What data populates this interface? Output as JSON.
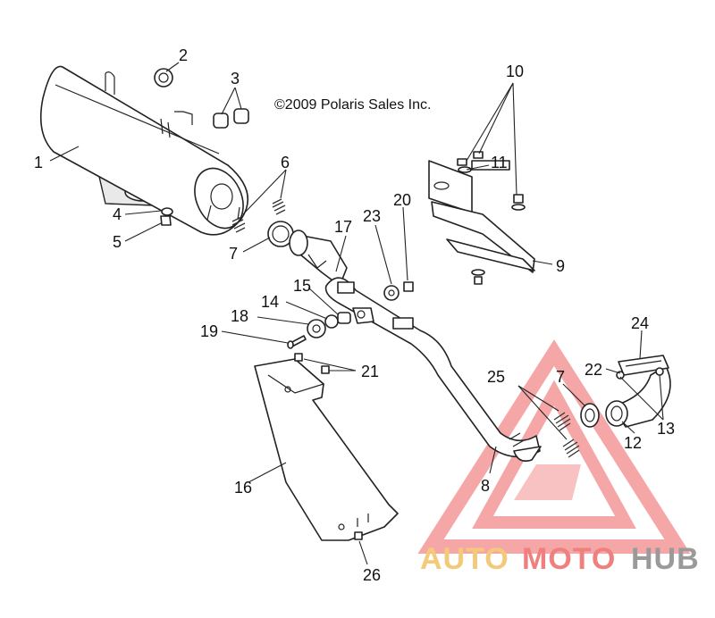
{
  "copyright": "©2009 Polaris Sales Inc.",
  "callouts": {
    "c1": "1",
    "c2": "2",
    "c3": "3",
    "c4": "4",
    "c5": "5",
    "c6": "6",
    "c7a": "7",
    "c7b": "7",
    "c8": "8",
    "c9": "9",
    "c10": "10",
    "c11": "11",
    "c12": "12",
    "c13": "13",
    "c14": "14",
    "c15": "15",
    "c16": "16",
    "c17": "17",
    "c18": "18",
    "c19": "19",
    "c20": "20",
    "c21": "21",
    "c22": "22",
    "c23": "23",
    "c24": "24",
    "c25": "25",
    "c26": "26"
  },
  "watermark": {
    "word_part_1": "AUTO",
    "word_part_2": "MOTO",
    "word_part_3": "HUB",
    "color_yellow": "#f5c97a",
    "color_red": "#f08080",
    "color_gray": "#9a9a9a"
  }
}
